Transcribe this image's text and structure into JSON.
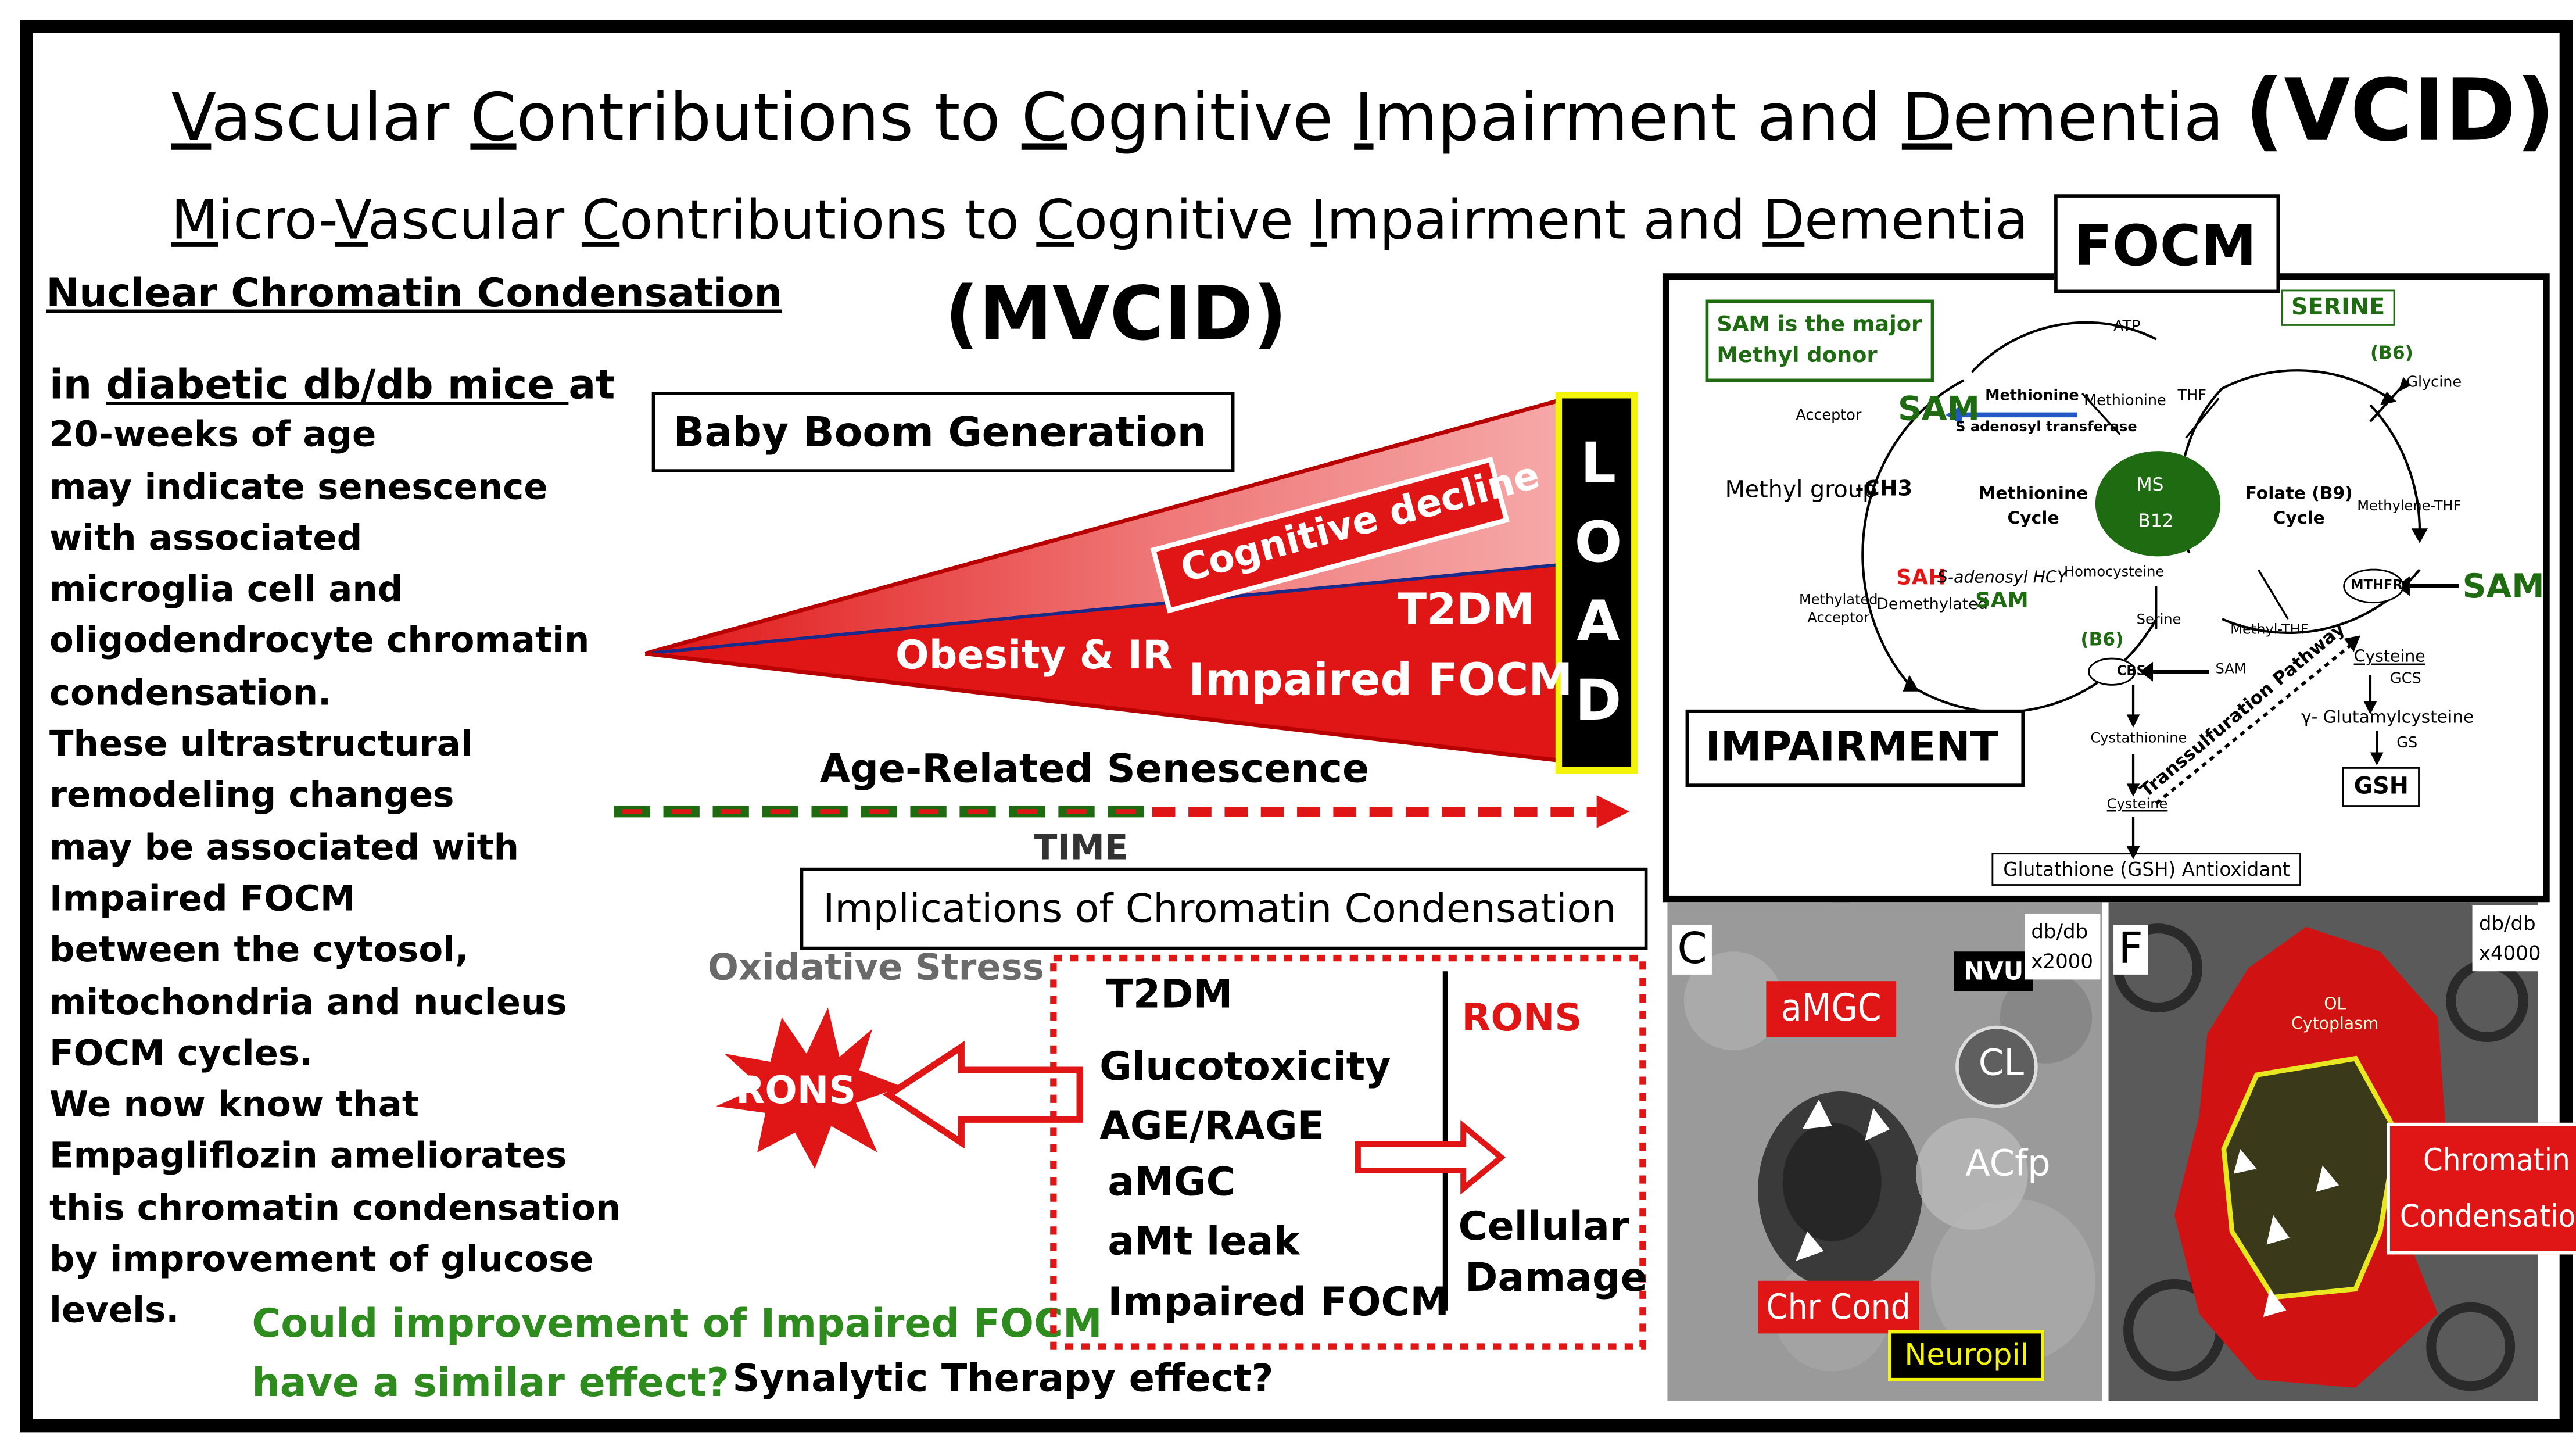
{
  "titles": {
    "vcid": {
      "ch1": "V",
      "w1": "ascular ",
      "ch2": "C",
      "w2": "ontributions to ",
      "ch3": "C",
      "w3": "ognitive ",
      "ch4": "I",
      "w4": "mpairment and ",
      "ch5": "D",
      "w5": "ementia ",
      "abbr": "(VCID)"
    },
    "mvcid": {
      "ch1": "M",
      "w1": "icro-",
      "ch2": "V",
      "w2": "ascular ",
      "ch3": "C",
      "w3": "ontributions to ",
      "ch4": "C",
      "w4": "ognitive ",
      "ch5": "I",
      "w5": "mpairment and ",
      "ch6": "D",
      "w6": "ementia"
    },
    "mvcid_abbr": "(MVCID)"
  },
  "left": {
    "heading": "Nuclear Chromatin Condensation",
    "line1_pre": "in ",
    "line1_link": "diabetic db/db mice ",
    "line1_post": "at",
    "body": [
      "20-weeks of age",
      "may indicate senescence",
      "with associated",
      "microglia cell and",
      "oligodendrocyte chromatin",
      "condensation.",
      "These ultrastructural",
      "remodeling changes",
      "may be associated with",
      "Impaired FOCM",
      "between the cytosol,",
      "mitochondria and nucleus",
      "FOCM cycles.",
      "We now know that",
      "Empagliflozin ameliorates",
      "this chromatin condensation",
      "by improvement of glucose"
    ],
    "last": "levels."
  },
  "question": {
    "line1": "Could improvement of Impaired FOCM",
    "line2": "have a similar effect?",
    "tail": "Synalytic Therapy effect?"
  },
  "timeline": {
    "baby_boom": "Baby Boom Generation",
    "cognitive": "Cognitive decline",
    "obesity": "Obesity & IR",
    "t2dm": "T2DM",
    "impaired": "Impaired FOCM",
    "load": [
      "L",
      "O",
      "A",
      "D"
    ],
    "senescence": "Age-Related Senescence",
    "time": "TIME"
  },
  "implications": {
    "title": "Implications of Chromatin Condensation",
    "oxidative": "Oxidative Stress",
    "rons_star": "RONS",
    "items": [
      "T2DM",
      "Glucotoxicity",
      "AGE/RAGE",
      "aMGC",
      "aMt leak",
      "Impaired FOCM"
    ],
    "rons_right": "RONS",
    "damage": [
      "Cellular",
      "Damage"
    ]
  },
  "focm": {
    "label": "FOCM",
    "impairment": "IMPAIRMENT",
    "sam_major": [
      "SAM is the major",
      "Methyl donor"
    ],
    "serine": "SERINE",
    "b6_top": "(B6)",
    "glycine": "Glycine",
    "atp": "ATP",
    "acceptor": "Acceptor",
    "sam": "SAM",
    "methionine": "Methionine",
    "sat": "S adenosyl transferase",
    "methionine_r": "Methionine",
    "thf": "THF",
    "methyl_group": "Methyl group",
    "ch3": "-CH3",
    "met_cycle": [
      "Methionine",
      "Cycle"
    ],
    "ms": "MS",
    "b12": "B12",
    "folate": [
      "Folate (B9)",
      "Cycle"
    ],
    "methylene": "Methylene-THF",
    "mthfr": "MTHFR",
    "sam_right": "SAM",
    "sah": "SAH",
    "sah_full": "S-adenosyl HCY",
    "homocysteine": "Homocysteine",
    "methylated": [
      "Methylated",
      "Acceptor"
    ],
    "demethylated": "Demethylated",
    "sam_green": "SAM",
    "serine_small": "Serine",
    "methyl_thf": "Methyl-THF",
    "b6_bottom": "(B6)",
    "cbs": "CBS",
    "sam_cbs": "SAM",
    "cysteine_r": "Cysteine",
    "gcs": "GCS",
    "gamma": "γ- Glutamylcysteine",
    "gs": "GS",
    "gsh": "GSH",
    "transsulfuration": "Transsulfuration Pathway",
    "cystathionine": "Cystathionine",
    "cysteine": "Cysteine",
    "glutathione": "Glutathione (GSH) Antioxidant"
  },
  "micro_c": {
    "panel": "C",
    "amgc": "aMGC",
    "nvu": "NVU",
    "mag": [
      "db/db",
      "x2000"
    ],
    "cl": "CL",
    "acfp": "ACfp",
    "chr": "Chr Cond",
    "neuropil": "Neuropil"
  },
  "micro_f": {
    "panel": "F",
    "mag": [
      "db/db",
      "x4000"
    ],
    "ol": [
      "OL",
      "Cytoplasm"
    ],
    "chromatin": [
      "Chromatin",
      "Condensation"
    ]
  },
  "colors": {
    "red": "#e01515",
    "green": "#2e8b1e",
    "darkgreen": "#1e6b12",
    "cycle_green": "#1f6b12",
    "blue": "#2457c8",
    "yellow": "#f4f40a"
  }
}
